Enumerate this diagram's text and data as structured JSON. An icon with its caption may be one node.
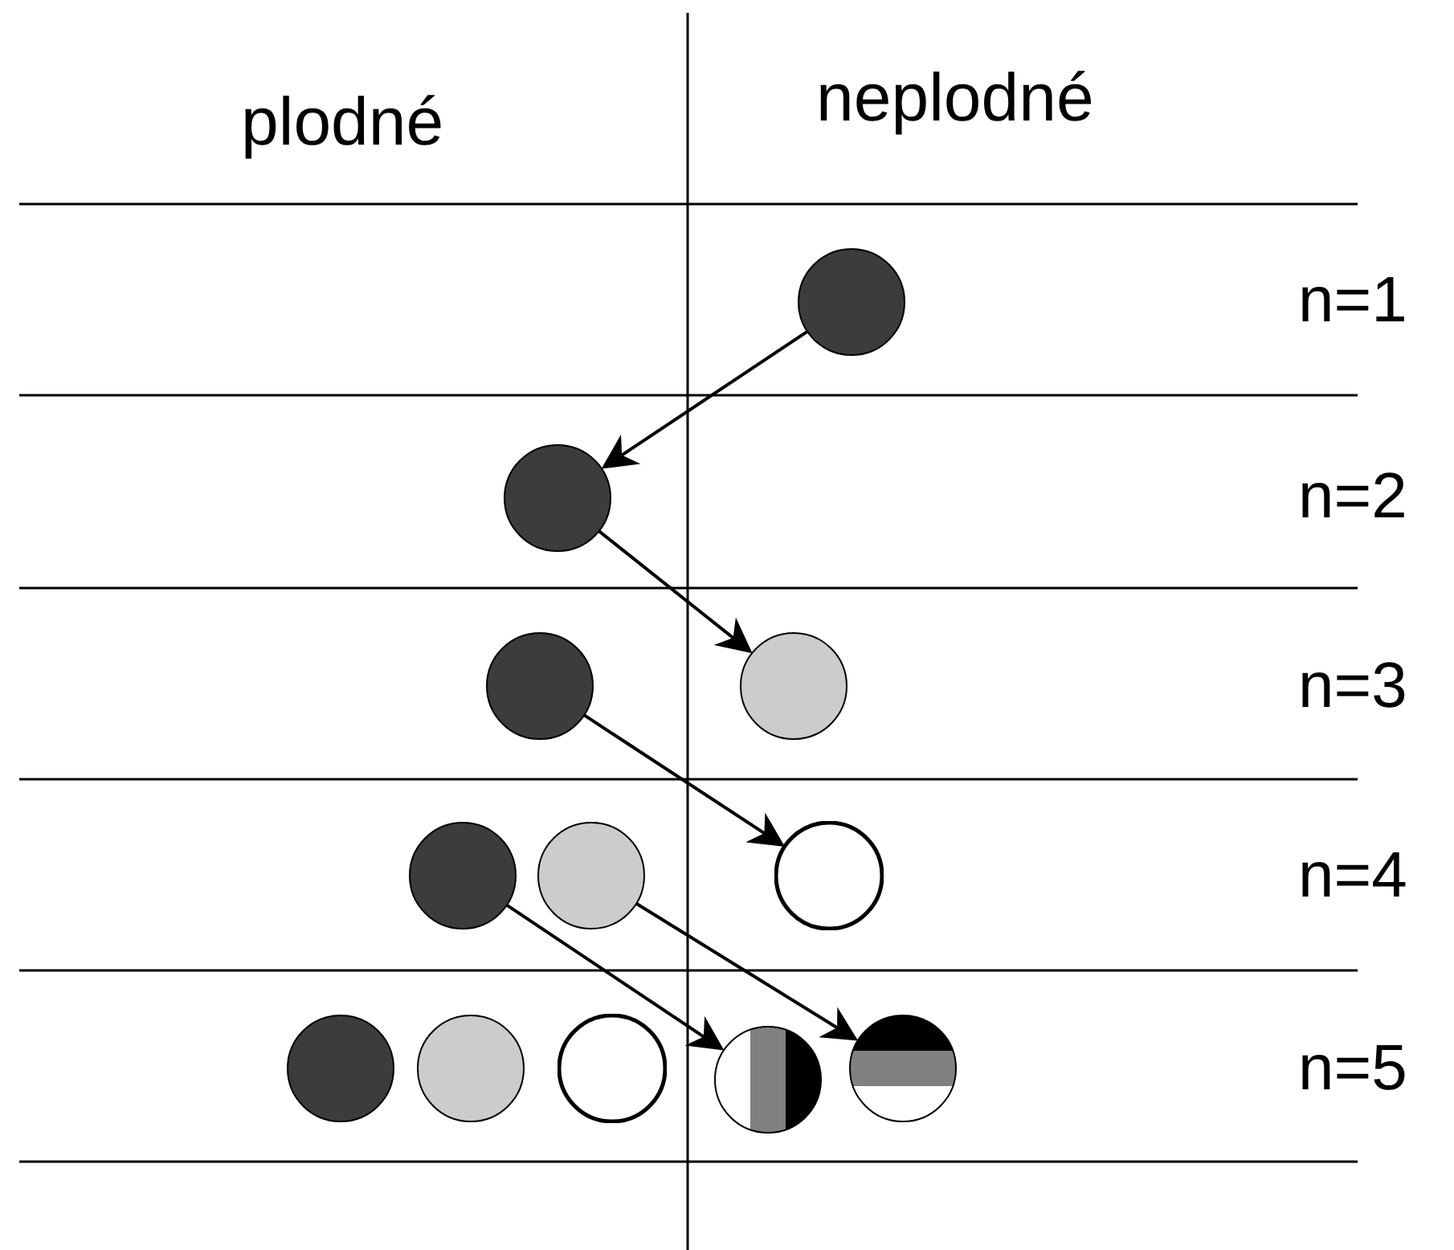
{
  "diagram": {
    "nodes": [
      {
        "text": [],
        "shape": "circle"
      },
      {
        "text": [],
        "shape": "circle"
      },
      {
        "text": [],
        "shape": "circle"
      },
      {
        "text": [],
        "shape": "circle"
      },
      {
        "text": [],
        "shape": "circle"
      },
      {
        "text": [],
        "shape": "circle"
      },
      {
        "text": [],
        "shape": "circle"
      },
      {
        "text": [],
        "shape": "circle"
      },
      {
        "text": [],
        "shape": "circle"
      },
      {
        "text": [],
        "shape": "circle"
      },
      {
        "text": [],
        "shape": "circle"
      },
      {
        "text": [],
        "shape": "circle"
      }
    ],
    "edges": [
      {
        "from": 0,
        "to": 1,
        "arrow": "to"
      },
      {
        "from": 1,
        "to": 3,
        "arrow": "to"
      },
      {
        "from": 2,
        "to": 6,
        "arrow": "to"
      },
      {
        "from": 4,
        "to": 10,
        "arrow": "to"
      },
      {
        "from": 5,
        "to": 11,
        "arrow": "to"
      }
    ],
    "labels": [
      "plodné",
      "neplodné",
      "n=1",
      "n=2",
      "n=3",
      "n=4",
      "n=5"
    ]
  }
}
